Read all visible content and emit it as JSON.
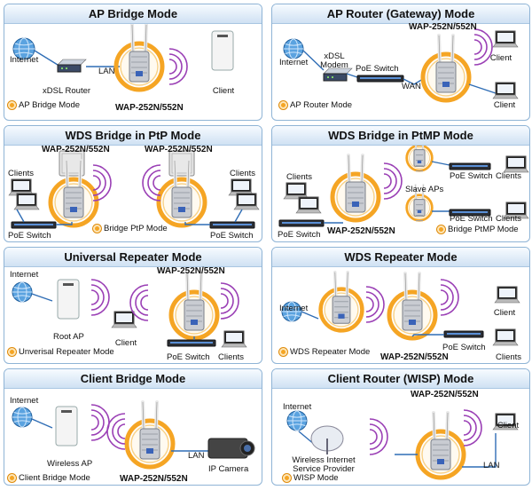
{
  "panels": [
    {
      "title": "AP Bridge Mode",
      "mode": "AP Bridge Mode",
      "labels": {
        "internet": "Internet",
        "lan": "LAN",
        "router": "xDSL Router",
        "device": "WAP-252N/552N",
        "client": "Client"
      }
    },
    {
      "title": "AP Router (Gateway) Mode",
      "mode": "AP Router Mode",
      "labels": {
        "internet": "Internet",
        "modem1": "xDSL",
        "modem2": "Modem",
        "poe": "PoE Switch",
        "wan": "WAN",
        "device": "WAP-252N/552N",
        "client1": "Client",
        "client2": "Client"
      }
    },
    {
      "title": "WDS Bridge in PtP Mode",
      "mode": "Bridge PtP Mode",
      "labels": {
        "device1": "WAP-252N/552N",
        "device2": "WAP-252N/552N",
        "clients1": "Clients",
        "clients2": "Clients",
        "poe1": "PoE Switch",
        "poe2": "PoE Switch"
      }
    },
    {
      "title": "WDS Bridge in PtMP Mode",
      "mode": "Bridge PtMP Mode",
      "labels": {
        "clients": "Clients",
        "poe": "PoE Switch",
        "device": "WAP-252N/552N",
        "slave": "Slave APs",
        "poe2": "PoE Switch",
        "poe3": "PoE Switch",
        "clients2": "Clients",
        "clients3": "Clients"
      }
    },
    {
      "title": "Universal Repeater Mode",
      "mode": "Unverisal Repeater Mode",
      "labels": {
        "internet": "Internet",
        "rootap": "Root AP",
        "device": "WAP-252N/552N",
        "client": "Client",
        "poe": "PoE Switch",
        "clients": "Clients"
      }
    },
    {
      "title": "WDS Repeater Mode",
      "mode": "WDS Repeater Mode",
      "labels": {
        "internet": "Internet",
        "device": "WAP-252N/552N",
        "client": "Client",
        "poe": "PoE Switch",
        "clients": "Clients"
      }
    },
    {
      "title": "Client Bridge Mode",
      "mode": "Client Bridge Mode",
      "labels": {
        "internet": "Internet",
        "wap": "Wireless AP",
        "device": "WAP-252N/552N",
        "lan": "LAN",
        "camera": "IP Camera"
      }
    },
    {
      "title": "Client Router (WISP) Mode",
      "mode": "WISP Mode",
      "labels": {
        "internet": "Internet",
        "wisp1": "Wireless Internet",
        "wisp2": "Service Provider",
        "device": "WAP-252N/552N",
        "client": "Client",
        "lan": "LAN"
      }
    }
  ],
  "colors": {
    "accent": "#f5a524",
    "frame": "#8fb4d6",
    "line": "#2f6db5"
  }
}
